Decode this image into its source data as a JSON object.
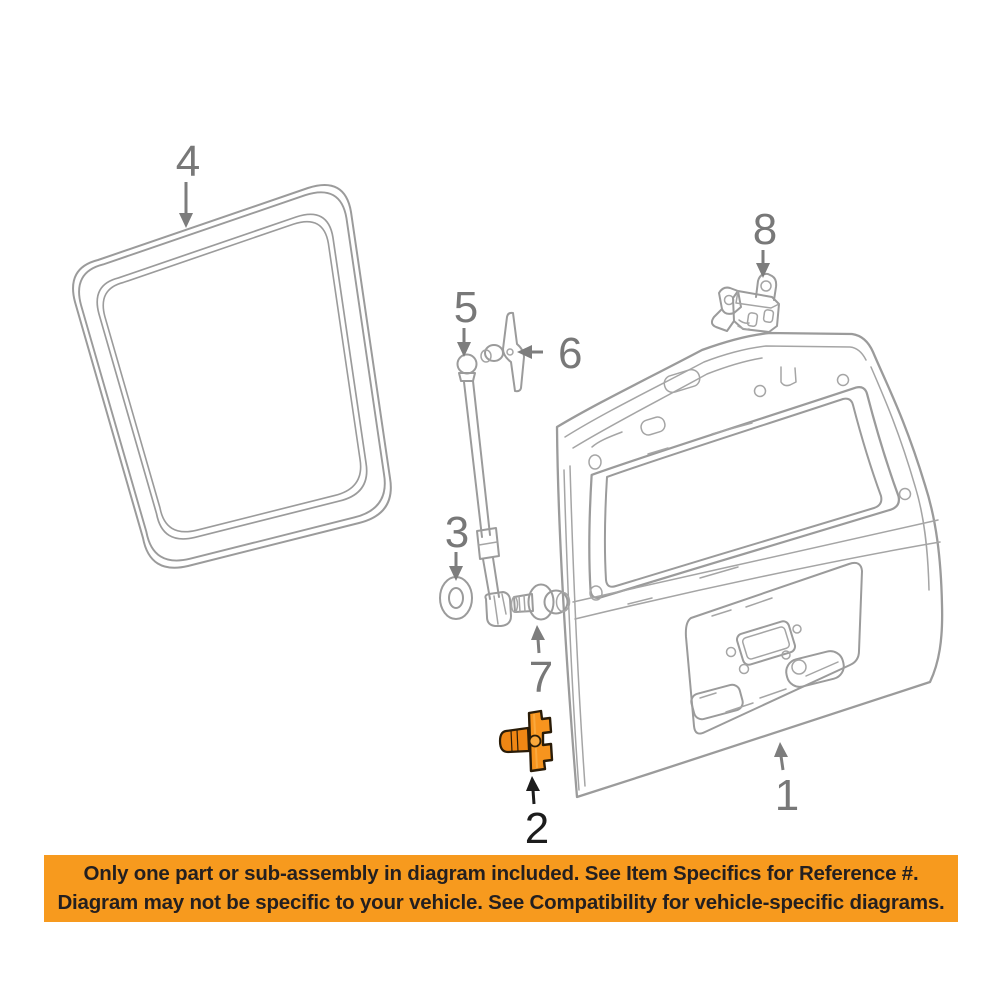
{
  "banner": {
    "line1": "Only one part or sub-assembly in diagram included. See Item Specifics for Reference #.",
    "line2": "Diagram may not be specific to your vehicle. See Compatibility for vehicle-specific diagrams.",
    "background": "#F79A1E",
    "text_color": "#231F20"
  },
  "callouts": [
    {
      "ref": "1",
      "points_to": "liftgate-panel"
    },
    {
      "ref": "2",
      "points_to": "latch-striker-highlighted",
      "highlighted": true
    },
    {
      "ref": "3",
      "points_to": "grommet"
    },
    {
      "ref": "4",
      "points_to": "window-weatherstrip-seal"
    },
    {
      "ref": "5",
      "points_to": "gas-strut"
    },
    {
      "ref": "6",
      "points_to": "strut-bracket"
    },
    {
      "ref": "7",
      "points_to": "bolt"
    },
    {
      "ref": "8",
      "points_to": "liftgate-hinge"
    }
  ],
  "colors": {
    "background": "#ffffff",
    "diagram_line": "#9b9b9b",
    "callout_text": "#787878",
    "highlight_callout_text": "#1c1c1c",
    "highlight_part": "#F7941E",
    "highlight_part_shade": "#EF8614",
    "highlight_part_light": "#FAA83C"
  }
}
